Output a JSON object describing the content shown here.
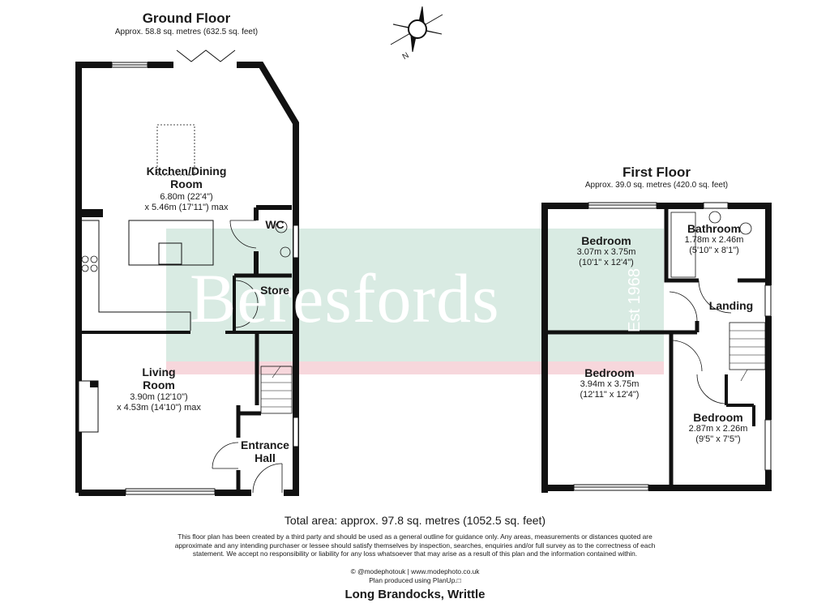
{
  "ground_floor": {
    "title": "Ground Floor",
    "area": "Approx. 58.8 sq. metres (632.5 sq. feet)",
    "rooms": {
      "kitchen": {
        "name_1": "Kitchen/Dining",
        "name_2": "Room",
        "dim_1": "6.80m (22'4\")",
        "dim_2": "x 5.46m (17'11\") max"
      },
      "wc": {
        "name": "WC"
      },
      "store": {
        "name": "Store"
      },
      "living": {
        "name_1": "Living",
        "name_2": "Room",
        "dim_1": "3.90m (12'10\")",
        "dim_2": "x 4.53m (14'10\") max"
      },
      "entrance": {
        "name_1": "Entrance",
        "name_2": "Hall"
      }
    }
  },
  "first_floor": {
    "title": "First Floor",
    "area": "Approx. 39.0 sq. metres (420.0 sq. feet)",
    "rooms": {
      "bedroom1": {
        "name": "Bedroom",
        "dim_1": "3.07m x 3.75m",
        "dim_2": "(10'1\" x 12'4\")"
      },
      "bathroom": {
        "name": "Bathroom",
        "dim_1": "1.78m x 2.46m",
        "dim_2": "(5'10\" x 8'1\")"
      },
      "landing": {
        "name": "Landing"
      },
      "bedroom2": {
        "name": "Bedroom",
        "dim_1": "3.94m x 3.75m",
        "dim_2": "(12'11\" x 12'4\")"
      },
      "bedroom3": {
        "name": "Bedroom",
        "dim_1": "2.87m x 2.26m",
        "dim_2": "(9'5\" x 7'5\")"
      }
    }
  },
  "compass": {
    "label": "N"
  },
  "watermark": {
    "brand": "Beresfords",
    "est": "Est 1968"
  },
  "total_area": "Total area: approx. 97.8 sq. metres (1052.5 sq. feet)",
  "disclaimer": {
    "line_1": "This floor plan has been created by a third party and should be used as a general outline for guidance only. Any areas, measurements or distances quoted are",
    "line_2": "approximate and any intending purchaser or lessee should satisfy themselves by inspection, searches, enquiries and/or full survey as to the correctness of each",
    "line_3": "statement. We accept no responsibility or liability for any loss whatsoever that may arise as a result of this plan and the information contained within."
  },
  "credit": {
    "line_1": "© @modephotouk | www.modephoto.co.uk",
    "line_2": "Plan produced using PlanUp.□"
  },
  "address": "Long Brandocks, Writtle",
  "colors": {
    "wall": "#111111",
    "watermark_band": "#d9ebe3",
    "watermark_stripe": "#f7d7dc"
  }
}
